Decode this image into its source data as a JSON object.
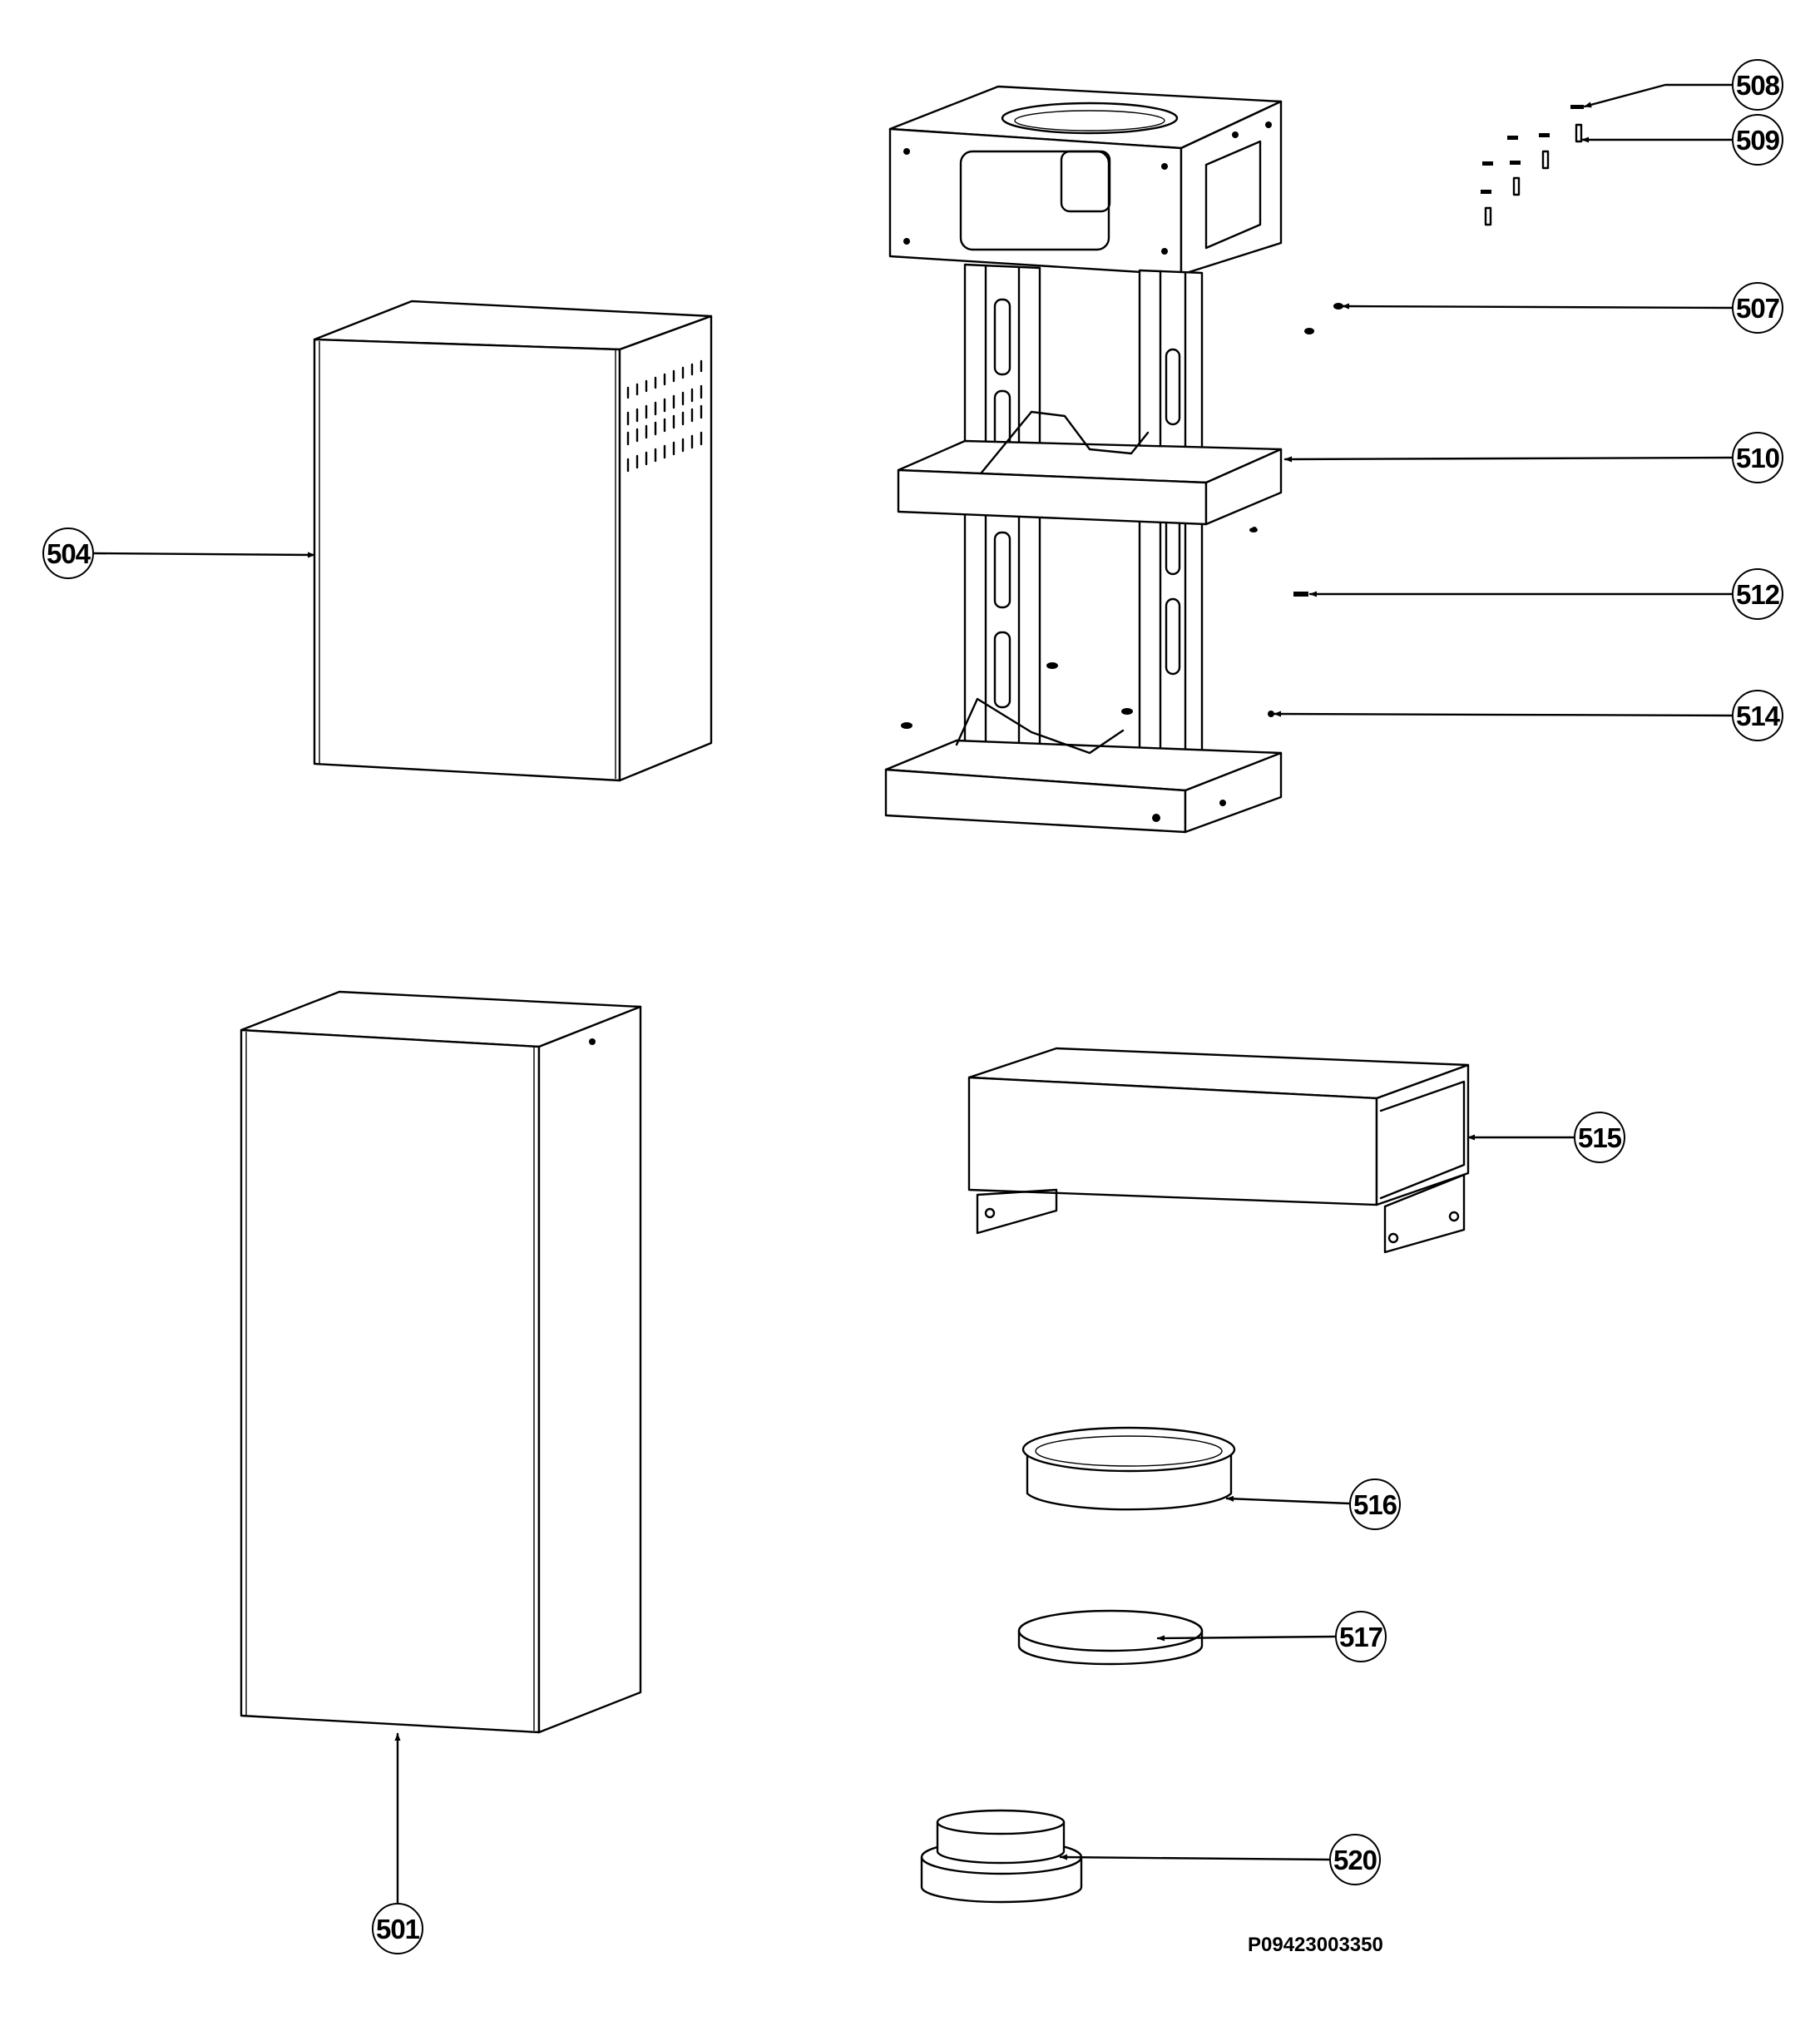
{
  "callouts": {
    "c501": "501",
    "c504": "504",
    "c507": "507",
    "c508": "508",
    "c509": "509",
    "c510": "510",
    "c512": "512",
    "c514": "514",
    "c515": "515",
    "c516": "516",
    "c517": "517",
    "c520": "520"
  },
  "drawing_code": "P09423003350",
  "colors": {
    "line": "#000000",
    "background": "#ffffff"
  }
}
